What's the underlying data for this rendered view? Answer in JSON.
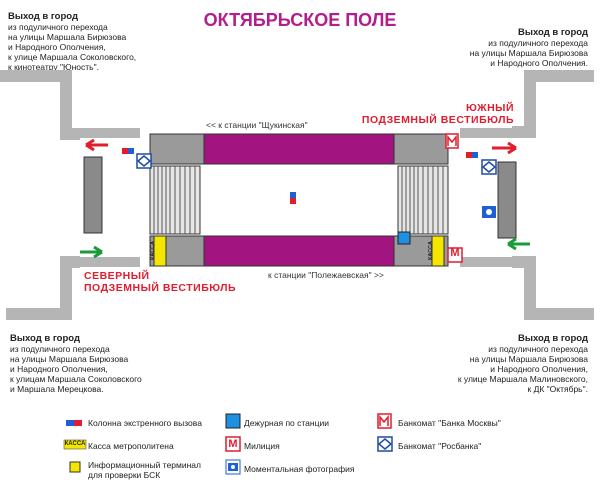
{
  "title": "ОКТЯБРЬСКОЕ ПОЛЕ",
  "exits": {
    "top_left": {
      "heading": "Выход в город",
      "lines": [
        "из подуличного перехода",
        "на улицы Маршала Бирюзова",
        "и Народного Ополчения,",
        "к улице Маршала Соколовского,",
        "к кинотеатру \"Юность\"."
      ]
    },
    "top_right": {
      "heading": "Выход в город",
      "lines": [
        "из подуличного перехода",
        "на улицы Маршала Бирюзова",
        "и Народного Ополчения."
      ]
    },
    "bottom_left": {
      "heading": "Выход в город",
      "lines": [
        "из подуличного перехода",
        "на улицы Маршала Бирюзова",
        "и Народного Ополчения,",
        "к улицам Маршала Соколовского",
        "и Маршала Мерецкова."
      ]
    },
    "bottom_right": {
      "heading": "Выход в город",
      "lines": [
        "из подуличного перехода",
        "на улицы Маршала Бирюзова",
        "и Народного Ополчения,",
        "к улице Маршала Малиновского,",
        "к ДК \"Октябрь\"."
      ]
    }
  },
  "vestibules": {
    "south": [
      "ЮЖНЫЙ",
      "ПОДЗЕМНЫЙ ВЕСТИБЮЛЬ"
    ],
    "north": [
      "СЕВЕРНЫЙ",
      "ПОДЗЕМНЫЙ ВЕСТИБЮЛЬ"
    ]
  },
  "directions": {
    "to_shchukinskaya": "<< к станции \"Щукинская\"",
    "to_polezhaevskaya": "к станции \"Полежаевская\" >>"
  },
  "kassa_label": "КАССА",
  "militia_letter": "М",
  "legend": [
    {
      "icon": "emergency-column-icon",
      "text": "Колонна экстренного вызова"
    },
    {
      "icon": "station-duty-icon",
      "text": "Дежурная по станции"
    },
    {
      "icon": "bank-moscow-atm-icon",
      "text": "Банкомат \"Банка Москвы\""
    },
    {
      "icon": "ticket-office-icon",
      "text": "Касса метрополитена"
    },
    {
      "icon": "militia-icon",
      "text": "Милиция"
    },
    {
      "icon": "rosbank-atm-icon",
      "text": "Банкомат \"Росбанка\""
    },
    {
      "icon": "info-terminal-icon",
      "text": "Информационный терминал",
      "text2": "для проверки БСК"
    },
    {
      "icon": "photo-booth-icon",
      "text": "Моментальная фотография"
    }
  ],
  "colors": {
    "title": "#b41d8c",
    "platform": "#a2147f",
    "vestibule_label": "#e11d2e",
    "walls": "#bdbdbd",
    "exit_arrow_red": "#e11d2e",
    "exit_arrow_green": "#1a9b3a"
  }
}
